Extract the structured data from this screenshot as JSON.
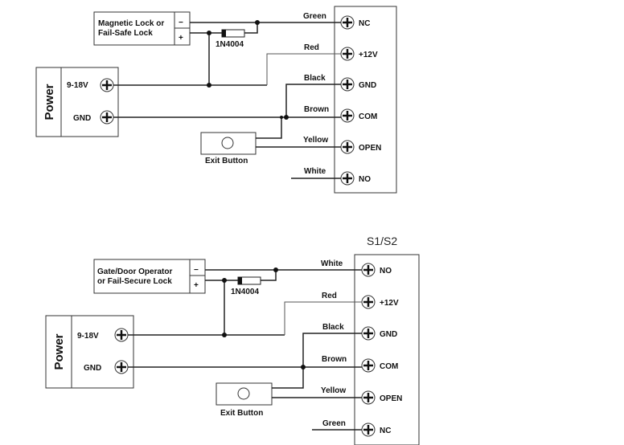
{
  "diagram1": {
    "lock_label": [
      "Magnetic Lock or",
      "Fail-Safe Lock"
    ],
    "lock_neg": "−",
    "lock_pos": "+",
    "diode": "1N4004",
    "power": {
      "title": "Power",
      "pos": "9-18V",
      "gnd": "GND"
    },
    "exit_button": "Exit Button",
    "wires": [
      "Green",
      "Red",
      "Black",
      "Brown",
      "Yellow",
      "White"
    ],
    "terminals": [
      "NC",
      "+12V",
      "GND",
      "COM",
      "OPEN",
      "NO"
    ]
  },
  "diagram2": {
    "header": "S1/S2",
    "lock_label": [
      "Gate/Door Operator",
      "or Fail-Secure Lock"
    ],
    "lock_neg": "−",
    "lock_pos": "+",
    "diode": "1N4004",
    "power": {
      "title": "Power",
      "pos": "9-18V",
      "gnd": "GND"
    },
    "exit_button": "Exit Button",
    "wires": [
      "White",
      "Red",
      "Black",
      "Brown",
      "Yellow",
      "Green"
    ],
    "terminals": [
      "NO",
      "+12V",
      "GND",
      "COM",
      "OPEN",
      "NC"
    ]
  }
}
